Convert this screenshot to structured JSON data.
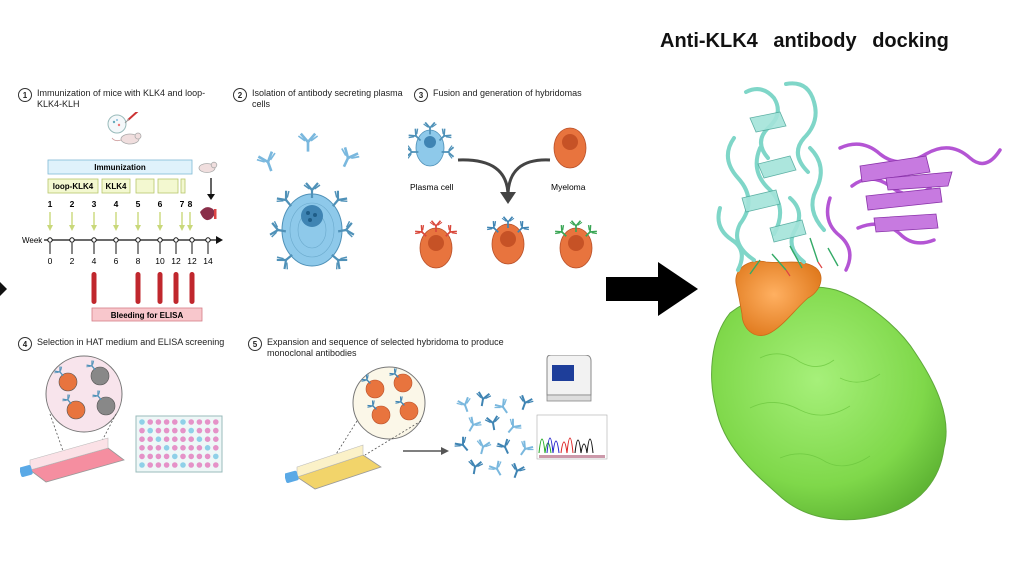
{
  "title": "Anti-KLK4   antibody   docking",
  "steps": [
    {
      "num": "1",
      "text": "Immunization of mice with KLK4 and loop-KLK4-KLH"
    },
    {
      "num": "2",
      "text": "Isolation of  antibody secreting plasma cells"
    },
    {
      "num": "3",
      "text": "Fusion and generation of hybridomas"
    },
    {
      "num": "4",
      "text": "Selection in HAT medium and ELISA screening"
    },
    {
      "num": "5",
      "text": "Expansion and sequence of selected hybridoma to produce monoclonal antibodies"
    }
  ],
  "timeline": {
    "immunization_label": "Immunization",
    "group1_label": "loop-KLK4",
    "group2_label": "KLK4",
    "bleeding_label": "Bleeding for ELISA",
    "axis_label": "Week",
    "injection_numbers": [
      "1",
      "2",
      "3",
      "4",
      "5",
      "6",
      "7",
      "8"
    ],
    "week_ticks": [
      "0",
      "2",
      "4",
      "6",
      "8",
      "10",
      "12",
      "12",
      "14"
    ]
  },
  "cells": {
    "plasma_cell_label": "Plasma cell",
    "myeloma_label": "Myeloma"
  },
  "colors": {
    "plasma": "#8ec9ea",
    "myeloma": "#e8743e",
    "antigen": "#ff9933",
    "protein_green": "#7fd84a",
    "antibody_cyan": "#7fd6c8",
    "antibody_magenta": "#b455d4",
    "immunization_box": "#dff2fb",
    "group_box": "#f3f8d0",
    "bleeding_box": "#f8c7cc"
  },
  "icons": [
    "mouse-icon",
    "syringe-icon",
    "spleen-icon",
    "antibody-icon",
    "flask-icon",
    "well-plate-icon",
    "sequencer-icon",
    "chromatogram-icon",
    "arrow-icon"
  ]
}
